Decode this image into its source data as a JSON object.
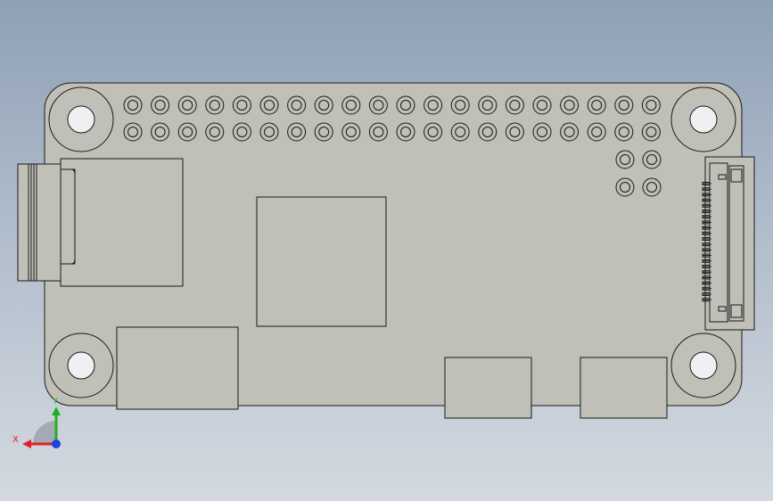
{
  "scene": {
    "colors": {
      "board_fill": "#c0c0b8",
      "outline": "#1a1a1a",
      "background_top": "#8fa1b6",
      "background_bottom": "#d4d9e0"
    },
    "gpio_header": {
      "rows": 2,
      "pins_per_row": 20
    },
    "extra_pins": {
      "rows": 2,
      "cols": 2
    }
  },
  "triad": {
    "x_label": "X",
    "y_label": "Y",
    "x_color": "#e02020",
    "y_color": "#20b020",
    "z_color": "#2040e0"
  }
}
